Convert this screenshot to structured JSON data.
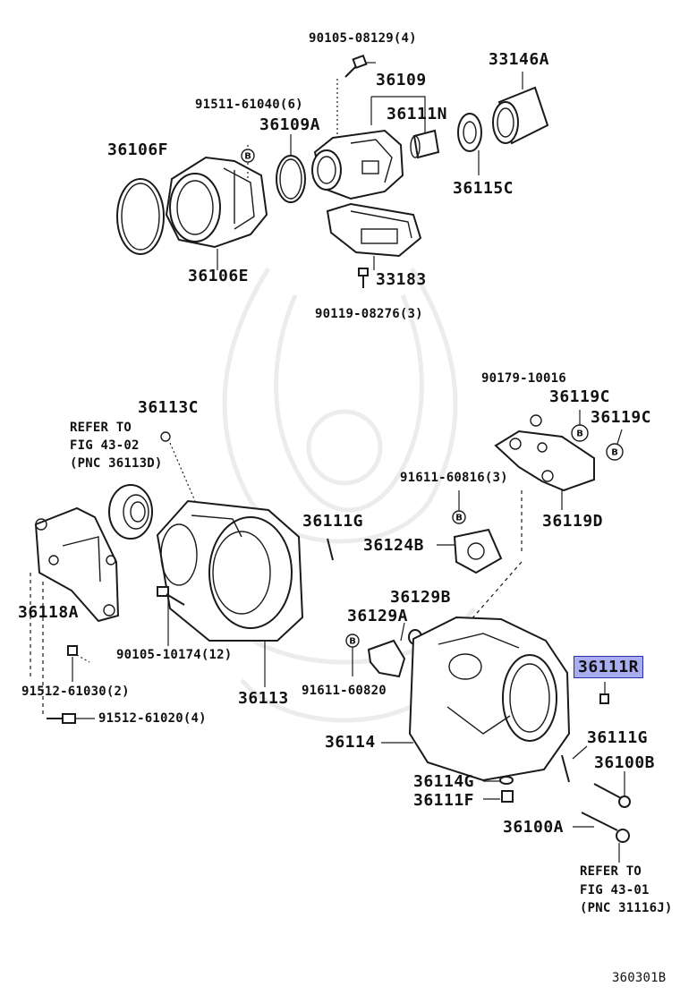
{
  "diagram_id": "360301B",
  "highlight_color": "#a9aef0",
  "highlight_border_color": "#2b2fa8",
  "bolt_symbol": "B",
  "labels": {
    "p90105_08129": "90105-08129(4)",
    "p33146A": "33146A",
    "p36109": "36109",
    "p91511_61040": "91511-61040(6)",
    "p36109A": "36109A",
    "p36111N": "36111N",
    "p36106F": "36106F",
    "p36115C": "36115C",
    "p36106E": "36106E",
    "p33183": "33183",
    "p90119_08276": "90119-08276(3)",
    "p90179_10016": "90179-10016",
    "p36119C_a": "36119C",
    "p36113C": "36113C",
    "p36119C_b": "36119C",
    "refer1_line1": "REFER TO",
    "refer1_line2": "FIG 43-02",
    "refer1_line3": "(PNC 36113D)",
    "p91611_60816": "91611-60816(3)",
    "p36119D": "36119D",
    "p36111G_a": "36111G",
    "p36124B": "36124B",
    "p36118A": "36118A",
    "p36129B": "36129B",
    "p36129A": "36129A",
    "p90105_10174": "90105-10174(12)",
    "p36111R": "36111R",
    "p91611_60820": "91611-60820",
    "p91512_61030": "91512-61030(2)",
    "p36113": "36113",
    "p91512_61020": "91512-61020(4)",
    "p36111G_b": "36111G",
    "p36114": "36114",
    "p36100B": "36100B",
    "p36114G": "36114G",
    "p36111F": "36111F",
    "p36100A": "36100A",
    "refer2_line1": "REFER TO",
    "refer2_line2": "FIG 43-01",
    "refer2_line3": "(PNC 31116J)"
  }
}
